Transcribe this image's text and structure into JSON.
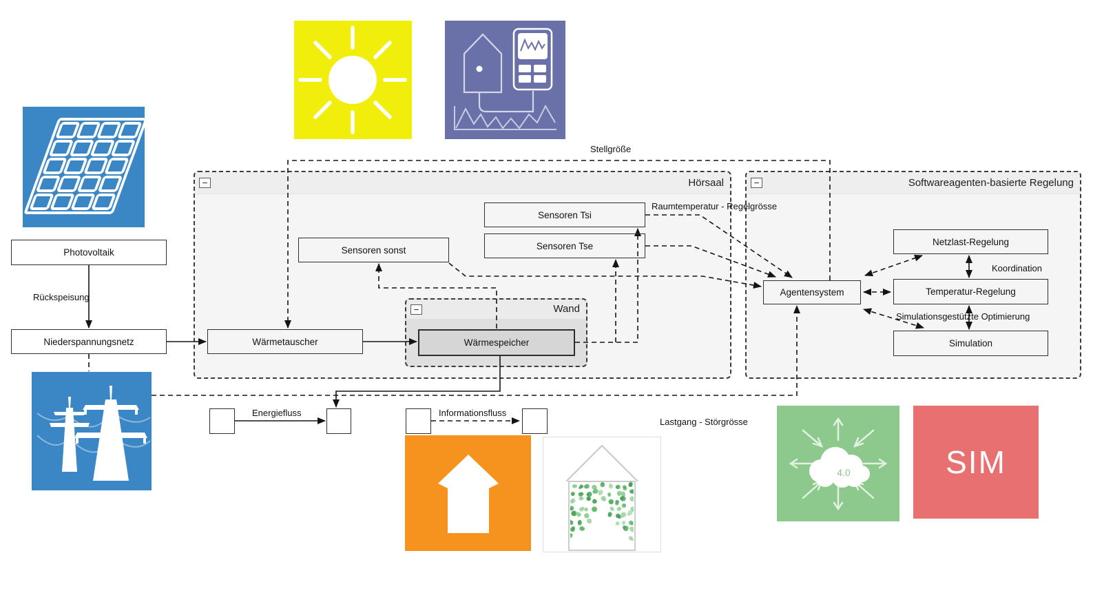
{
  "nodes": {
    "photovoltaik": "Photovoltaik",
    "niederspannungsnetz": "Niederspannungsnetz",
    "waermetauscher": "Wärmetauscher",
    "waermespeicher": "Wärmespeicher",
    "sensoren_sonst": "Sensoren sonst",
    "sensoren_tsi": "Sensoren Tsi",
    "sensoren_tse": "Sensoren Tse",
    "agentensystem": "Agentensystem",
    "netzlast_regelung": "Netzlast-Regelung",
    "temperatur_regelung": "Temperatur-Regelung",
    "simulation": "Simulation"
  },
  "containers": {
    "hoersaal": {
      "title": "Hörsaal",
      "collapse": "−"
    },
    "softwareagenten": {
      "title": "Softwareagenten-basierte Regelung",
      "collapse": "−"
    },
    "wand": {
      "title": "Wand",
      "collapse": "−"
    }
  },
  "edge_labels": {
    "rueckspeisung": "Rückspeisung",
    "stellgroesse": "Stellgröße",
    "raumtemperatur_regelgroesse": "Raumtemperatur - Regelgrösse",
    "koordination": "Koordination",
    "simulationsgestuetzte_optimierung": "Simulationsgestützte Optimierung",
    "lastgang_stoergroesse": "Lastgang - Störgrösse"
  },
  "legend": {
    "energiefluss": "Energiefluss",
    "informationsfluss": "Informationsfluss"
  },
  "tiles": {
    "cloud_label": "4.0",
    "sim_label": "SIM"
  },
  "icons": {
    "solar_panel": "solar-panel-icon",
    "power_pylons": "power-grid-icon",
    "sun": "sun-icon",
    "smart_meter": "smart-meter-icon",
    "house": "house-icon",
    "green_facade": "green-facade-icon",
    "cloud_40": "cloud-40-icon",
    "sim": "sim-icon"
  },
  "colors": {
    "tile_blue": "#3b86c4",
    "tile_yellow": "#f2ee0c",
    "tile_purple": "#6a70a8",
    "tile_orange": "#f6921e",
    "tile_green": "#8dc88d",
    "tile_red": "#e97070",
    "container_fill": "#f5f5f5",
    "container_header": "#eeeeee",
    "wand_fill": "#dfdfdf",
    "speicher_fill": "#d6d6d6",
    "line": "#141414"
  }
}
